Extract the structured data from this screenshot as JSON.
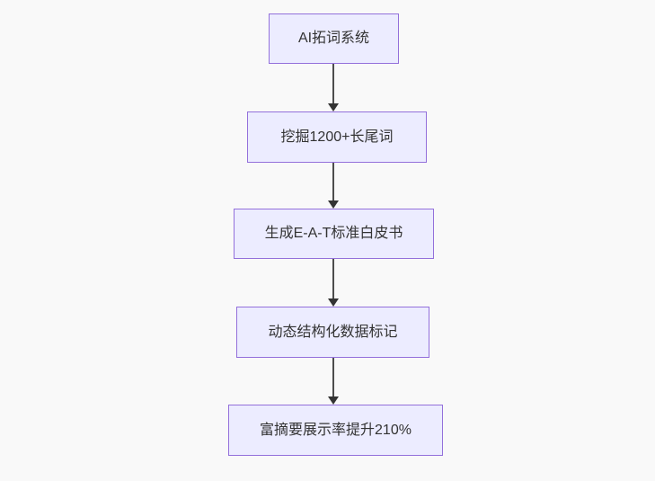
{
  "page": {
    "background_color": "#f9f9f9"
  },
  "flowchart": {
    "type": "flowchart",
    "direction": "top-down",
    "style": {
      "node_fill": "#ececff",
      "node_border_color": "#9370db",
      "node_text_color": "#333333",
      "arrow_color": "#333333"
    },
    "nodes": [
      {
        "id": "n1",
        "label": "AI拓词系统"
      },
      {
        "id": "n2",
        "label": "挖掘1200+长尾词"
      },
      {
        "id": "n3",
        "label": "生成E-A-T标准白皮书"
      },
      {
        "id": "n4",
        "label": "动态结构化数据标记"
      },
      {
        "id": "n5",
        "label": "富摘要展示率提升210%"
      }
    ],
    "edges": [
      {
        "from": "n1",
        "to": "n2"
      },
      {
        "from": "n2",
        "to": "n3"
      },
      {
        "from": "n3",
        "to": "n4"
      },
      {
        "from": "n4",
        "to": "n5"
      }
    ]
  }
}
